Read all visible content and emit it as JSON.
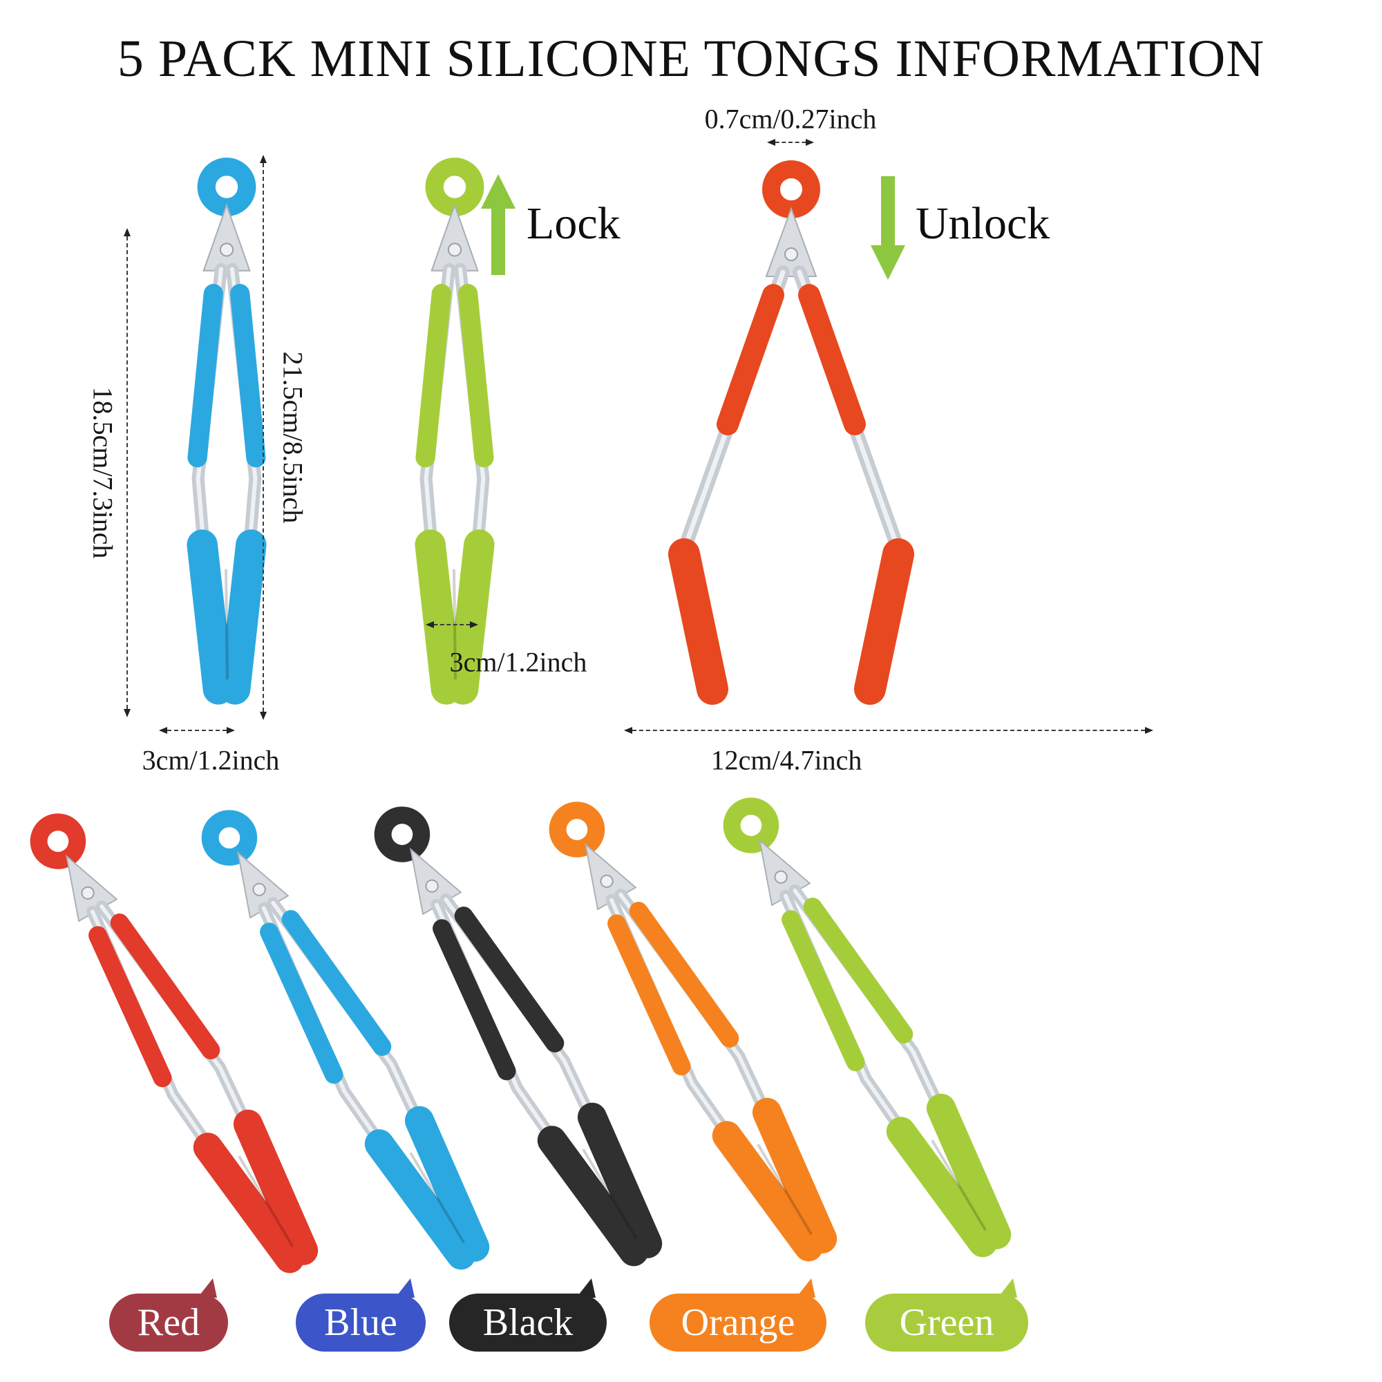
{
  "title": "5 PACK MINI SILICONE TONGS INFORMATION",
  "dimensions": {
    "closed_height_inner": "18.5cm/7.3inch",
    "closed_height_total": "21.5cm/8.5inch",
    "blue_tip_width": "3cm/1.2inch",
    "green_tip_width": "3cm/1.2inch",
    "ring_hole_width": "0.7cm/0.27inch",
    "open_width": "12cm/4.7inch"
  },
  "labels": {
    "lock": "Lock",
    "unlock": "Unlock"
  },
  "color_labels": [
    {
      "name": "Red"
    },
    {
      "name": "Blue"
    },
    {
      "name": "Black"
    },
    {
      "name": "Orange"
    },
    {
      "name": "Green"
    }
  ],
  "colors": {
    "blue": "#2ca8e0",
    "green": "#a5cd39",
    "orange_red": "#e8481f",
    "red": "#e23a2b",
    "black": "#303030",
    "orange": "#f5821f",
    "arrow": "#8dc63f",
    "bubble_red": "#a23a44",
    "bubble_blue": "#3c55c8",
    "bubble_black": "#262626",
    "bubble_orange": "#f5821f",
    "bubble_green": "#a9cc3e"
  }
}
